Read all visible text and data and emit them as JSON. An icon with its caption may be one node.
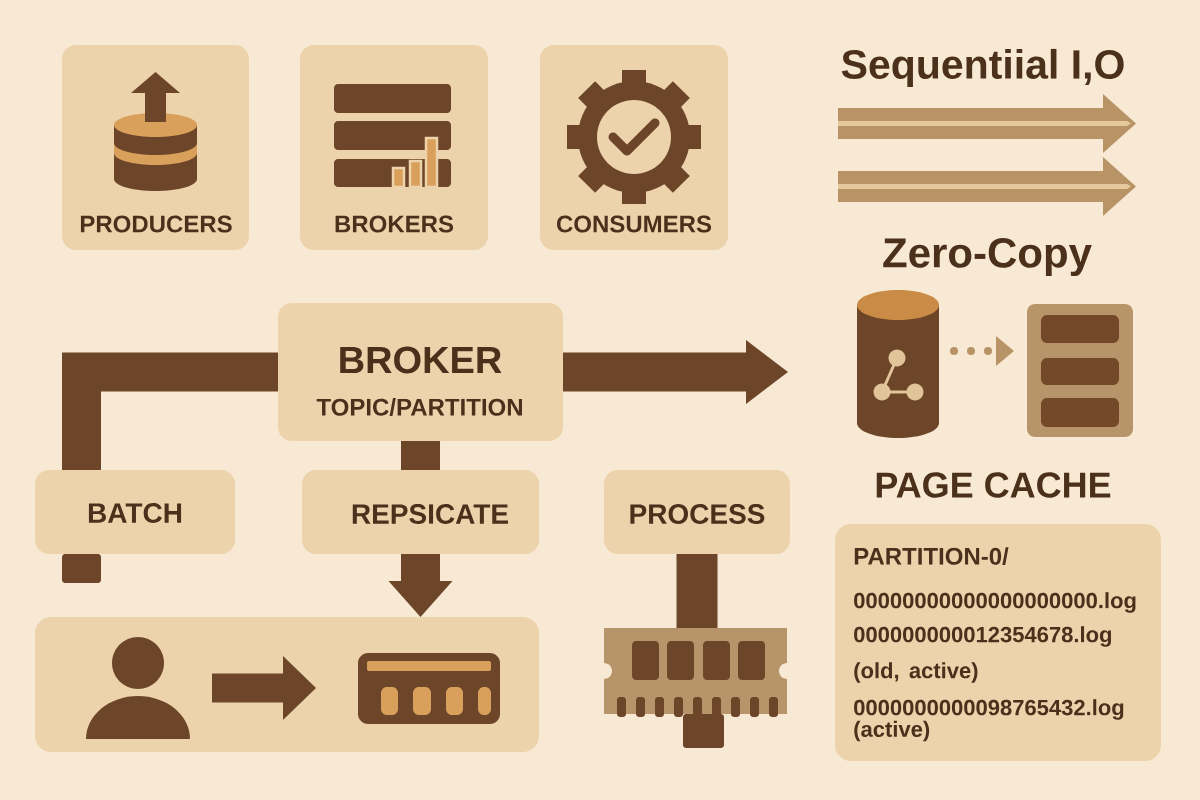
{
  "diagram": {
    "nodes": [
      {
        "text": [
          "PRODUCERS"
        ]
      },
      {
        "text": [
          "BROKERS"
        ]
      },
      {
        "text": [
          "CONSUMERS"
        ]
      },
      {
        "text": [
          "BROKER",
          "TOPIC/PARTITION"
        ]
      },
      {
        "text": [],
        "shape": "cylinder"
      },
      {
        "text": [],
        "shape": "box"
      },
      {
        "text": [
          "BATCH"
        ]
      },
      {
        "text": [
          "REPSICATE"
        ]
      },
      {
        "text": [
          "PROCESS"
        ]
      },
      {
        "text": [
          "PARTITION-0/",
          "00000000000000000000.log",
          "000000000012354678.log",
          "(old, active)",
          "0000000000098765432.log (active)"
        ]
      },
      {
        "text": [],
        "shape": "box"
      },
      {
        "text": [],
        "shape": "person",
        "in": 10
      },
      {
        "text": [],
        "shape": "picture",
        "in": 10
      },
      {
        "text": [],
        "shape": "picture"
      }
    ],
    "edges": [
      {
        "from": 3,
        "to": null,
        "arrow": "to"
      },
      {
        "from": 3,
        "to": 6,
        "arrow": "none"
      },
      {
        "from": 3,
        "to": 7,
        "arrow": "none"
      },
      {
        "from": 7,
        "to": 10,
        "arrow": "to"
      },
      {
        "from": 8,
        "to": 13,
        "arrow": "none"
      },
      {
        "from": 11,
        "to": 12,
        "arrow": "to"
      },
      {
        "from": 4,
        "to": 5,
        "arrow": "to",
        "style": "dashed",
        "color": "#b89366"
      }
    ],
    "labels": [
      "Sequentiial I,O",
      "Zero-Copy",
      "PAGE CACHE"
    ]
  }
}
